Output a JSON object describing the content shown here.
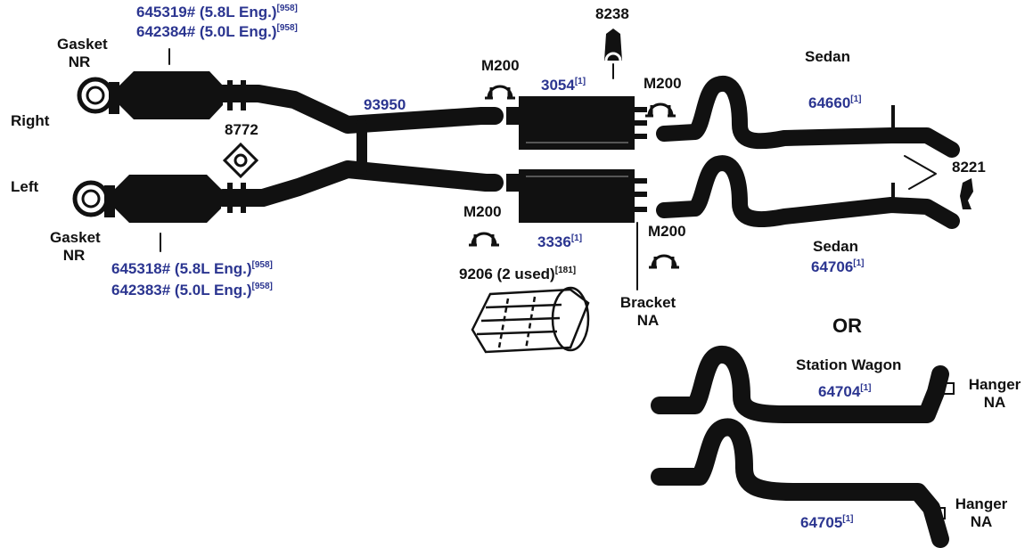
{
  "colors": {
    "part_number": "#2b3590",
    "label": "#111111",
    "pipe": "#111111"
  },
  "labels": {
    "right": "Right",
    "left": "Left",
    "gasket_top": "Gasket",
    "gasket_top_status": "NR",
    "gasket_bottom": "Gasket",
    "gasket_bottom_status": "NR",
    "sedan_top": "Sedan",
    "sedan_bottom": "Sedan",
    "station_wagon": "Station Wagon",
    "or": "OR",
    "bracket": "Bracket",
    "bracket_status": "NA",
    "hanger_1": "Hanger",
    "hanger_1_status": "NA",
    "hanger_2": "Hanger",
    "hanger_2_status": "NA",
    "clamp_1": "M200",
    "clamp_2": "M200",
    "clamp_3": "M200",
    "clamp_4": "M200"
  },
  "parts": {
    "converter_right_1": {
      "number": "645319#",
      "desc": " (5.8L Eng.)",
      "note": "[958]"
    },
    "converter_right_2": {
      "number": "642384#",
      "desc": " (5.0L Eng.)",
      "note": "[958]"
    },
    "converter_left_1": {
      "number": "645318#",
      "desc": " (5.8L Eng.)",
      "note": "[958]"
    },
    "converter_left_2": {
      "number": "642383#",
      "desc": " (5.0L Eng.)",
      "note": "[958]"
    },
    "gasket_8772": {
      "number": "8772"
    },
    "y_pipe": {
      "number": "93950"
    },
    "hanger_8238": {
      "number": "8238"
    },
    "muffler_right": {
      "number": "3054",
      "note": "[1]"
    },
    "muffler_left": {
      "number": "3336",
      "note": "[1]"
    },
    "hanger_8221": {
      "number": "8221"
    },
    "shield_9206": {
      "number": "9206 (2 used)",
      "note": "[181]"
    },
    "tail_sedan_right": {
      "number": "64660",
      "note": "[1]"
    },
    "tail_sedan_left": {
      "number": "64706",
      "note": "[1]"
    },
    "tail_wagon_1": {
      "number": "64704",
      "note": "[1]"
    },
    "tail_wagon_2": {
      "number": "64705",
      "note": "[1]"
    }
  }
}
